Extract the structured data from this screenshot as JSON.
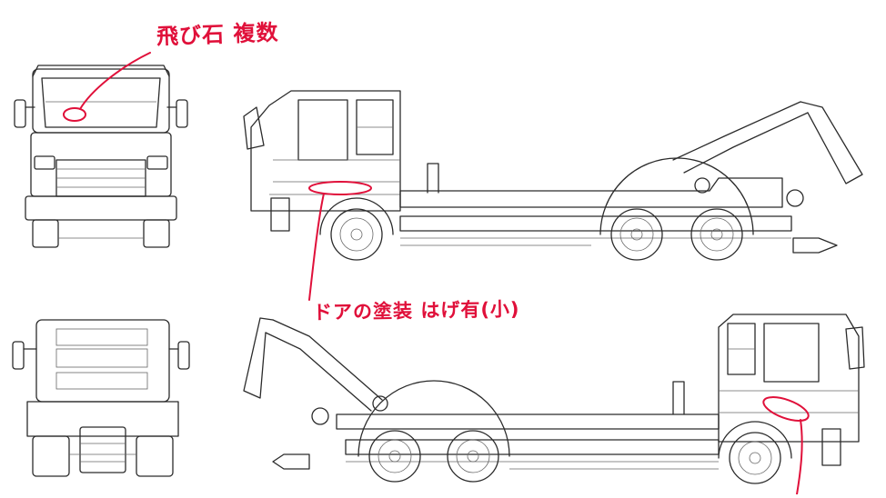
{
  "annotations": {
    "stone_chips": "飛び石 複数",
    "door_paint": "ドアの塗装 はげ有(小)"
  },
  "colors": {
    "annotation": "#e0103a",
    "line_art": "#2b2b2b"
  },
  "views": [
    "front-view",
    "rear-view",
    "left-side-view",
    "right-side-view"
  ]
}
